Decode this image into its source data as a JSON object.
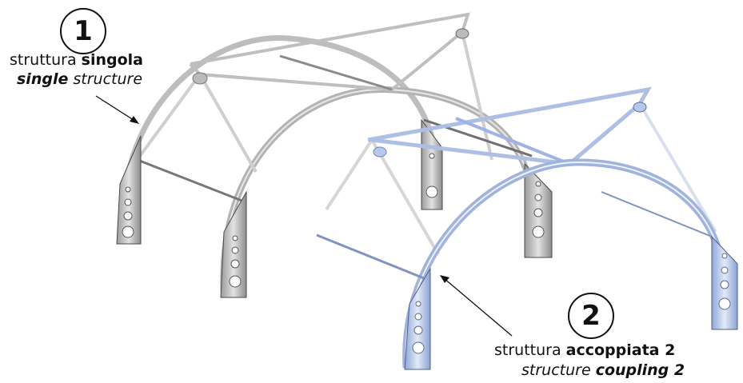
{
  "callout_1": {
    "number": "1",
    "line1_plain": "struttura ",
    "line1_bold": "singola",
    "line2_bolditalic": "single",
    "line2_italic": " structure"
  },
  "callout_2": {
    "number": "2",
    "line1_plain": "struttura ",
    "line1_bold": "accoppiata 2",
    "line2_italic": "structure ",
    "line2_bolditalic": "coupling 2"
  },
  "colors": {
    "single_structure": "#b9b9b9",
    "coupled_structure": "#a9bde0",
    "outline": "#4a4a4a",
    "text": "#111111"
  }
}
